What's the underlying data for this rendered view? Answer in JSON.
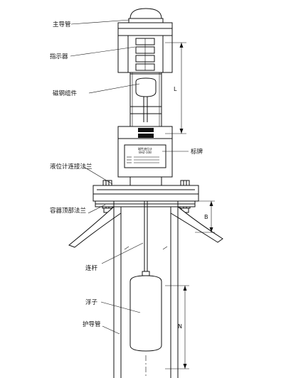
{
  "labels": {
    "main_guide_tube": "主导管",
    "indicator": "指示器",
    "magnetic_steel_assembly": "磁钢组件",
    "nameplate": "标牌",
    "level_gauge_flange": "液位计连接法兰",
    "container_top_flange": "容器顶部法兰",
    "connecting_rod": "连杆",
    "float": "浮子",
    "protective_tube": "护导管"
  },
  "dimensions": {
    "L": "L",
    "B": "B",
    "N": "N"
  },
  "nameplate_text": {
    "line1": "磁性液位计",
    "line2": "BHZ-10B"
  }
}
